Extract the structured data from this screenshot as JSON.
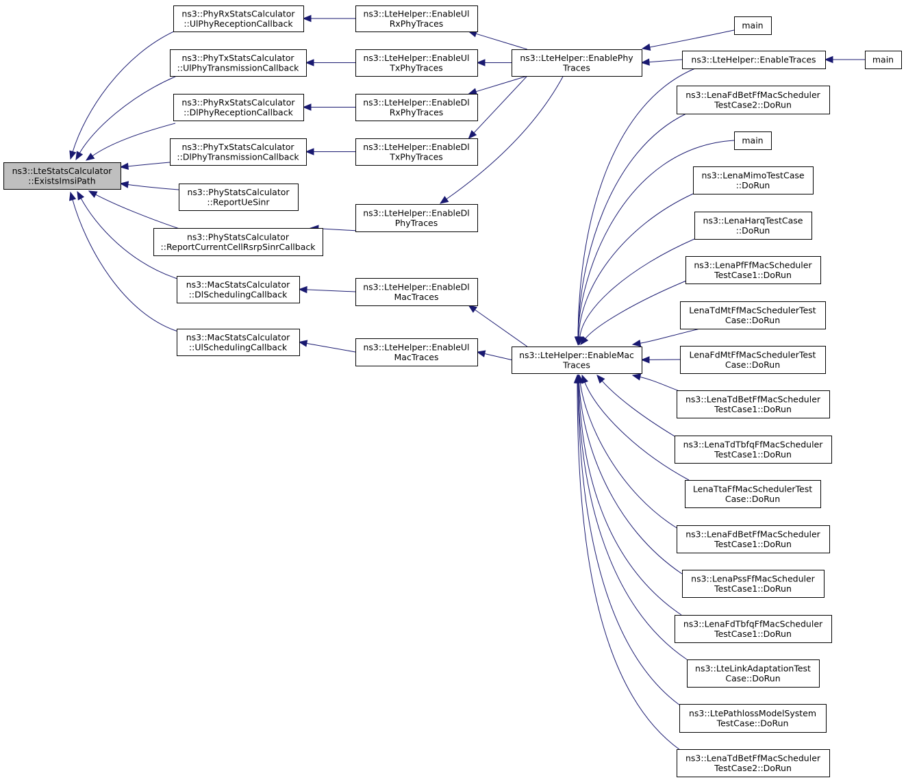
{
  "graph": {
    "nodes": [
      {
        "id": "root",
        "lines": [
          "ns3::LteStatsCalculator",
          "::ExistsImsiPath"
        ],
        "highlight": true
      },
      {
        "id": "c1",
        "lines": [
          "ns3::PhyRxStatsCalculator",
          "::UlPhyReceptionCallback"
        ]
      },
      {
        "id": "c2",
        "lines": [
          "ns3::PhyTxStatsCalculator",
          "::UlPhyTransmissionCallback"
        ]
      },
      {
        "id": "c3",
        "lines": [
          "ns3::PhyRxStatsCalculator",
          "::DlPhyReceptionCallback"
        ]
      },
      {
        "id": "c4",
        "lines": [
          "ns3::PhyTxStatsCalculator",
          "::DlPhyTransmissionCallback"
        ]
      },
      {
        "id": "c5",
        "lines": [
          "ns3::PhyStatsCalculator",
          "::ReportUeSinr"
        ]
      },
      {
        "id": "c6",
        "lines": [
          "ns3::PhyStatsCalculator",
          "::ReportCurrentCellRsrpSinrCallback"
        ]
      },
      {
        "id": "c7",
        "lines": [
          "ns3::MacStatsCalculator",
          "::DlSchedulingCallback"
        ]
      },
      {
        "id": "c8",
        "lines": [
          "ns3::MacStatsCalculator",
          "::UlSchedulingCallback"
        ]
      },
      {
        "id": "h1",
        "lines": [
          "ns3::LteHelper::EnableUl",
          "RxPhyTraces"
        ]
      },
      {
        "id": "h2",
        "lines": [
          "ns3::LteHelper::EnableUl",
          "TxPhyTraces"
        ]
      },
      {
        "id": "h3",
        "lines": [
          "ns3::LteHelper::EnableDl",
          "RxPhyTraces"
        ]
      },
      {
        "id": "h4",
        "lines": [
          "ns3::LteHelper::EnableDl",
          "TxPhyTraces"
        ]
      },
      {
        "id": "h5",
        "lines": [
          "ns3::LteHelper::EnableDl",
          "PhyTraces"
        ]
      },
      {
        "id": "h6",
        "lines": [
          "ns3::LteHelper::EnableDl",
          "MacTraces"
        ]
      },
      {
        "id": "h7",
        "lines": [
          "ns3::LteHelper::EnableUl",
          "MacTraces"
        ]
      },
      {
        "id": "phy",
        "lines": [
          "ns3::LteHelper::EnablePhy",
          "Traces"
        ]
      },
      {
        "id": "mac",
        "lines": [
          "ns3::LteHelper::EnableMac",
          "Traces"
        ]
      },
      {
        "id": "m1",
        "lines": [
          "main"
        ]
      },
      {
        "id": "et",
        "lines": [
          "ns3::LteHelper::EnableTraces"
        ]
      },
      {
        "id": "m2",
        "lines": [
          "main"
        ]
      },
      {
        "id": "t1",
        "lines": [
          "ns3::LenaFdBetFfMacScheduler",
          "TestCase2::DoRun"
        ]
      },
      {
        "id": "m3",
        "lines": [
          "main"
        ]
      },
      {
        "id": "t2",
        "lines": [
          "ns3::LenaMimoTestCase",
          "::DoRun"
        ]
      },
      {
        "id": "t3",
        "lines": [
          "ns3::LenaHarqTestCase",
          "::DoRun"
        ]
      },
      {
        "id": "t4",
        "lines": [
          "ns3::LenaPfFfMacScheduler",
          "TestCase1::DoRun"
        ]
      },
      {
        "id": "t5",
        "lines": [
          "LenaTdMtFfMacSchedulerTest",
          "Case::DoRun"
        ]
      },
      {
        "id": "t6",
        "lines": [
          "LenaFdMtFfMacSchedulerTest",
          "Case::DoRun"
        ]
      },
      {
        "id": "t7",
        "lines": [
          "ns3::LenaTdBetFfMacScheduler",
          "TestCase1::DoRun"
        ]
      },
      {
        "id": "t8",
        "lines": [
          "ns3::LenaTdTbfqFfMacScheduler",
          "TestCase1::DoRun"
        ]
      },
      {
        "id": "t9",
        "lines": [
          "LenaTtaFfMacSchedulerTest",
          "Case::DoRun"
        ]
      },
      {
        "id": "t10",
        "lines": [
          "ns3::LenaFdBetFfMacScheduler",
          "TestCase1::DoRun"
        ]
      },
      {
        "id": "t11",
        "lines": [
          "ns3::LenaPssFfMacScheduler",
          "TestCase1::DoRun"
        ]
      },
      {
        "id": "t12",
        "lines": [
          "ns3::LenaFdTbfqFfMacScheduler",
          "TestCase1::DoRun"
        ]
      },
      {
        "id": "t13",
        "lines": [
          "ns3::LteLinkAdaptationTest",
          "Case::DoRun"
        ]
      },
      {
        "id": "t14",
        "lines": [
          "ns3::LtePathlossModelSystem",
          "TestCase::DoRun"
        ]
      },
      {
        "id": "t15",
        "lines": [
          "ns3::LenaTdBetFfMacScheduler",
          "TestCase2::DoRun"
        ]
      }
    ],
    "edges": [
      [
        "c1",
        "root"
      ],
      [
        "c2",
        "root"
      ],
      [
        "c3",
        "root"
      ],
      [
        "c4",
        "root"
      ],
      [
        "c5",
        "root"
      ],
      [
        "c6",
        "root"
      ],
      [
        "c7",
        "root"
      ],
      [
        "c8",
        "root"
      ],
      [
        "h1",
        "c1"
      ],
      [
        "h2",
        "c2"
      ],
      [
        "h3",
        "c3"
      ],
      [
        "h4",
        "c4"
      ],
      [
        "h5",
        "c6"
      ],
      [
        "h6",
        "c7"
      ],
      [
        "h7",
        "c8"
      ],
      [
        "phy",
        "h1"
      ],
      [
        "phy",
        "h2"
      ],
      [
        "phy",
        "h3"
      ],
      [
        "phy",
        "h4"
      ],
      [
        "phy",
        "h5"
      ],
      [
        "mac",
        "h6"
      ],
      [
        "mac",
        "h7"
      ],
      [
        "m1",
        "phy"
      ],
      [
        "et",
        "phy"
      ],
      [
        "et",
        "mac"
      ],
      [
        "m2",
        "et"
      ],
      [
        "t1",
        "mac"
      ],
      [
        "m3",
        "mac"
      ],
      [
        "t2",
        "mac"
      ],
      [
        "t3",
        "mac"
      ],
      [
        "t4",
        "mac"
      ],
      [
        "t5",
        "mac"
      ],
      [
        "t6",
        "mac"
      ],
      [
        "t7",
        "mac"
      ],
      [
        "t8",
        "mac"
      ],
      [
        "t9",
        "mac"
      ],
      [
        "t10",
        "mac"
      ],
      [
        "t11",
        "mac"
      ],
      [
        "t12",
        "mac"
      ],
      [
        "t13",
        "mac"
      ],
      [
        "t14",
        "mac"
      ],
      [
        "t15",
        "mac"
      ]
    ]
  }
}
